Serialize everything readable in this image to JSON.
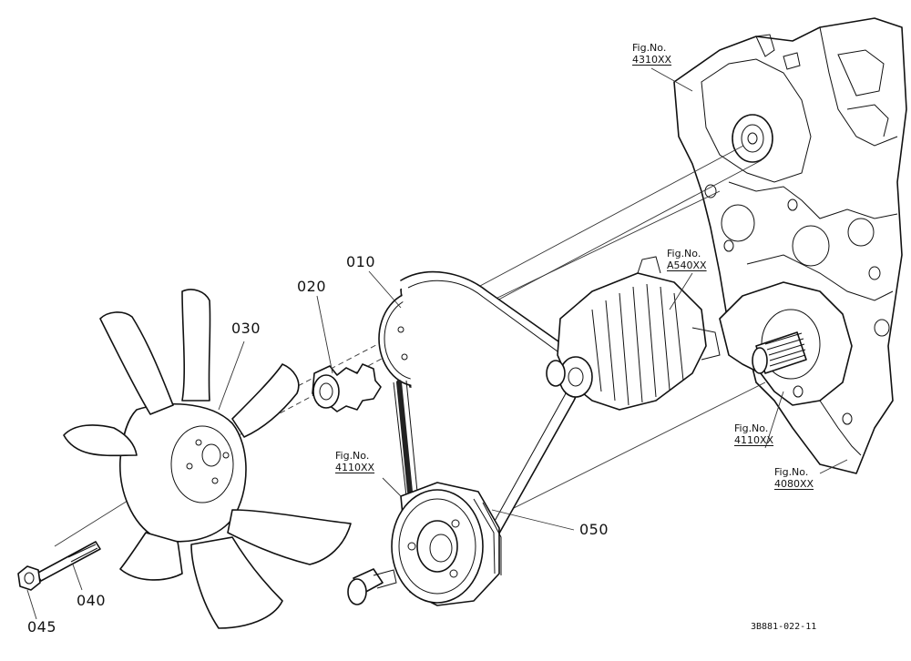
{
  "parts": {
    "p010": "010",
    "p020": "020",
    "p030": "030",
    "p040": "040",
    "p045": "045",
    "p050": "050"
  },
  "figure_refs": [
    {
      "label": "Fig.No.",
      "code": "4310XX"
    },
    {
      "label": "Fig.No.",
      "code": "A540XX"
    },
    {
      "label": "Fig.No.",
      "code": "4110XX"
    },
    {
      "label": "Fig.No.",
      "code": "4110XX"
    },
    {
      "label": "Fig.No.",
      "code": "4080XX"
    }
  ],
  "doc_id": "3B881-022-11"
}
